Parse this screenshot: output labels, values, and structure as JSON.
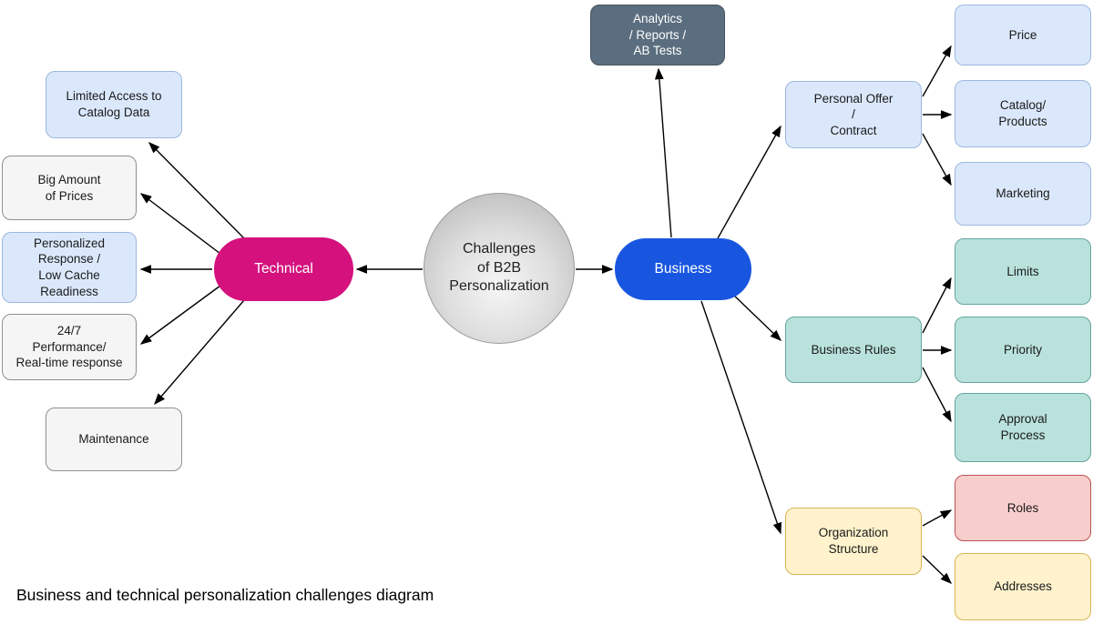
{
  "caption": "Business and technical personalization challenges diagram",
  "colors": {
    "technical_fill": "#d4117d",
    "business_fill": "#1956e0",
    "dark_fill": "#5b6e7f",
    "dark_border": "#47545f",
    "blue_fill": "#dbe8fc",
    "blue_border": "#9db8dd",
    "gray_fill": "#f5f5f5",
    "gray_border": "#8f8f8f",
    "teal_fill": "#b9e2dd",
    "teal_border": "#67a59e",
    "yellow_fill": "#fff2cc",
    "yellow_border": "#d6b656",
    "red_fill": "#f8cecc",
    "red_border": "#b85450",
    "circle_light": "#f6f6f6",
    "circle_dark": "#b2b2b2",
    "edge_color": "#000000"
  },
  "nodes": {
    "center": {
      "label": "Challenges\nof B2B\nPersonalization"
    },
    "technical": {
      "label": "Technical"
    },
    "business": {
      "label": "Business"
    },
    "limited_access": {
      "label": "Limited Access to\nCatalog Data"
    },
    "big_amount": {
      "label": "Big Amount\nof Prices"
    },
    "personalized_response": {
      "label": "Personalized\nResponse /\nLow Cache\nReadiness"
    },
    "performance": {
      "label": "24/7\nPerformance/\nReal-time response"
    },
    "maintenance": {
      "label": "Maintenance"
    },
    "analytics": {
      "label": "Analytics\n/ Reports /\nAB Tests"
    },
    "personal_offer": {
      "label": "Personal Offer\n/\nContract"
    },
    "price": {
      "label": "Price"
    },
    "catalog": {
      "label": "Catalog/\nProducts"
    },
    "marketing": {
      "label": "Marketing"
    },
    "business_rules": {
      "label": "Business Rules"
    },
    "limits": {
      "label": "Limits"
    },
    "priority": {
      "label": "Priority"
    },
    "approval": {
      "label": "Approval\nProcess"
    },
    "organization": {
      "label": "Organization\nStructure"
    },
    "roles": {
      "label": "Roles"
    },
    "addresses": {
      "label": "Addresses"
    }
  },
  "edges": [
    {
      "from": "center",
      "to": "technical"
    },
    {
      "from": "center",
      "to": "business"
    },
    {
      "from": "technical",
      "to": "limited_access"
    },
    {
      "from": "technical",
      "to": "big_amount"
    },
    {
      "from": "technical",
      "to": "personalized_response"
    },
    {
      "from": "technical",
      "to": "performance"
    },
    {
      "from": "technical",
      "to": "maintenance"
    },
    {
      "from": "business",
      "to": "analytics"
    },
    {
      "from": "business",
      "to": "personal_offer"
    },
    {
      "from": "business",
      "to": "business_rules"
    },
    {
      "from": "business",
      "to": "organization"
    },
    {
      "from": "personal_offer",
      "to": "price"
    },
    {
      "from": "personal_offer",
      "to": "catalog"
    },
    {
      "from": "personal_offer",
      "to": "marketing"
    },
    {
      "from": "business_rules",
      "to": "limits"
    },
    {
      "from": "business_rules",
      "to": "priority"
    },
    {
      "from": "business_rules",
      "to": "approval"
    },
    {
      "from": "organization",
      "to": "roles"
    },
    {
      "from": "organization",
      "to": "addresses"
    }
  ]
}
